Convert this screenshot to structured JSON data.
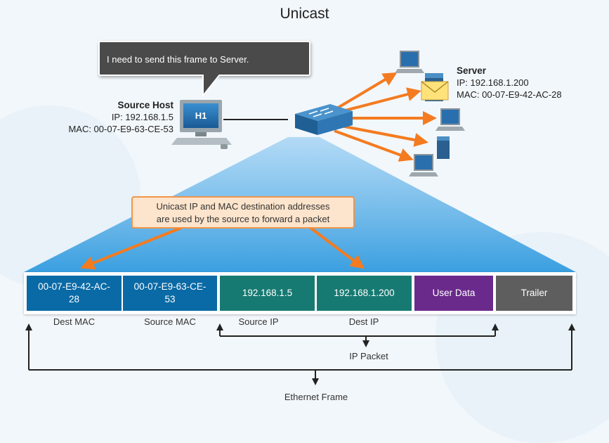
{
  "title": "Unicast",
  "bubble_text": "I need to send this frame to Server.",
  "source_host": {
    "name": "Source Host",
    "ip": "IP: 192.168.1.5",
    "mac": "MAC: 00-07-E9-63-CE-53",
    "icon_label": "H1"
  },
  "server": {
    "name": "Server",
    "ip": "IP: 192.168.1.200",
    "mac": "MAC: 00-07-E9-42-AC-28"
  },
  "callout": {
    "line1": "Unicast IP and MAC destination addresses",
    "line2": "are used by the source to forward a packet"
  },
  "frame_fields": [
    {
      "line1": "00-07-E9-42-AC-",
      "line2": "28",
      "color": "#0a6aa6",
      "label": "Dest MAC"
    },
    {
      "line1": "00-07-E9-63-CE-",
      "line2": "53",
      "color": "#0a6aa6",
      "label": "Source MAC"
    },
    {
      "line1": "192.168.1.5",
      "line2": "",
      "color": "#177a72",
      "label": "Source IP"
    },
    {
      "line1": "192.168.1.200",
      "line2": "",
      "color": "#177a72",
      "label": "Dest IP"
    },
    {
      "line1": "User Data",
      "line2": "",
      "color": "#6a2a8c",
      "label": ""
    },
    {
      "line1": "Trailer",
      "line2": "",
      "color": "#5e5e5e",
      "label": ""
    }
  ],
  "ip_packet_label": "IP Packet",
  "ethernet_frame_label": "Ethernet Frame",
  "colors": {
    "arrow_orange": "#f47b20",
    "triangle_blue": "#3a9fe0",
    "mac_blue": "#0a6aa6",
    "ip_teal": "#177a72",
    "user_purple": "#6a2a8c",
    "trailer_gray": "#5e5e5e"
  },
  "icons": [
    "pc-icon",
    "server-icon",
    "switch-icon",
    "envelope-icon"
  ]
}
